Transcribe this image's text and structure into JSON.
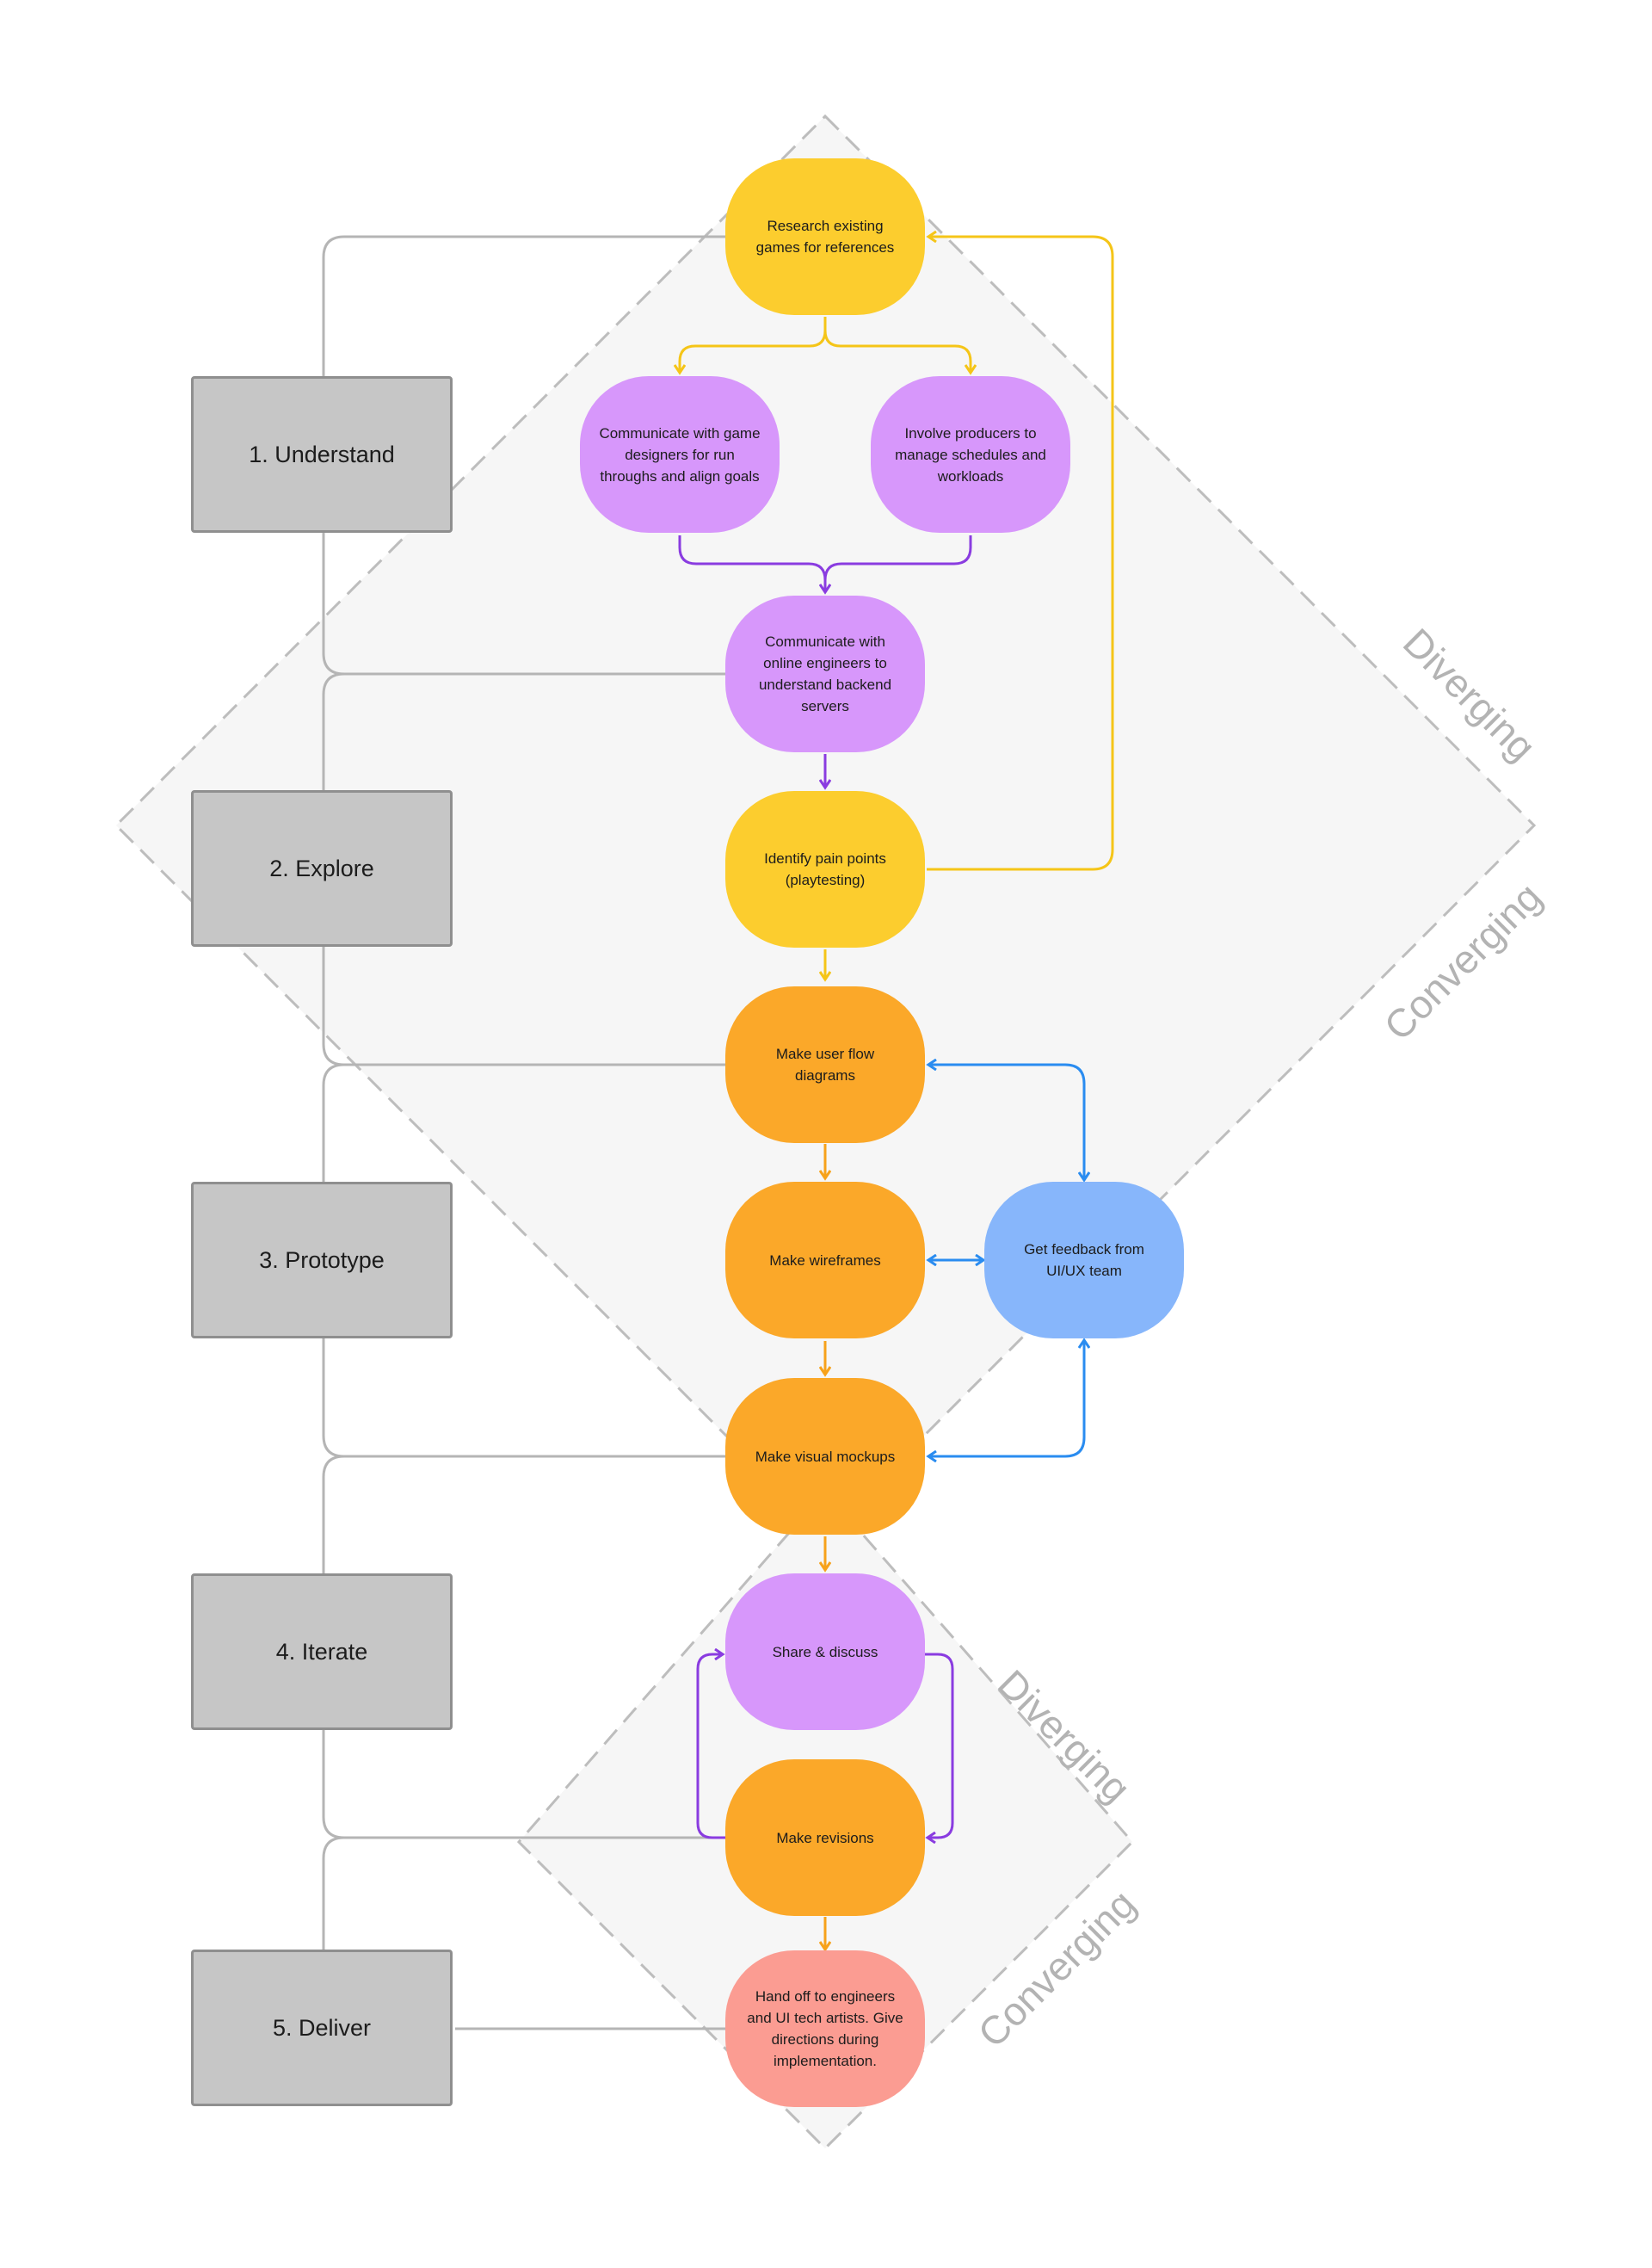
{
  "phases": [
    {
      "label": "1. Understand"
    },
    {
      "label": "2. Explore"
    },
    {
      "label": "3. Prototype"
    },
    {
      "label": "4. Iterate"
    },
    {
      "label": "5. Deliver"
    }
  ],
  "nodes": {
    "research": "Research existing games for references",
    "game_designers": "Communicate with game designers for run throughs and align goals",
    "producers": "Involve producers to manage schedules and workloads",
    "online_engineers": "Communicate with online engineers to understand backend servers",
    "pain_points": "Identify pain points (playtesting)",
    "user_flow": "Make user flow diagrams",
    "wireframes": "Make wireframes",
    "feedback": "Get feedback from UI/UX team",
    "mockups": "Make visual mockups",
    "share": "Share & discuss",
    "revisions": "Make revisions",
    "handoff": "Hand off to engineers and UI tech artists. Give directions during implementation."
  },
  "diamond_labels": {
    "large_diverging": "Diverging",
    "large_converging": "Converging",
    "small_diverging": "Diverging",
    "small_converging": "Converging"
  },
  "colors": {
    "yellow": "#fccd2e",
    "purple": "#d797fb",
    "orange": "#fba829",
    "blue": "#87b6fb",
    "pink": "#fb9c92",
    "phase_gray": "#c6c6c6",
    "yellow_arrow": "#f5c518",
    "purple_arrow": "#8a3ce0",
    "orange_arrow": "#f7a21b",
    "blue_arrow": "#2a8cf0",
    "connector_gray": "#b5b5b5"
  }
}
